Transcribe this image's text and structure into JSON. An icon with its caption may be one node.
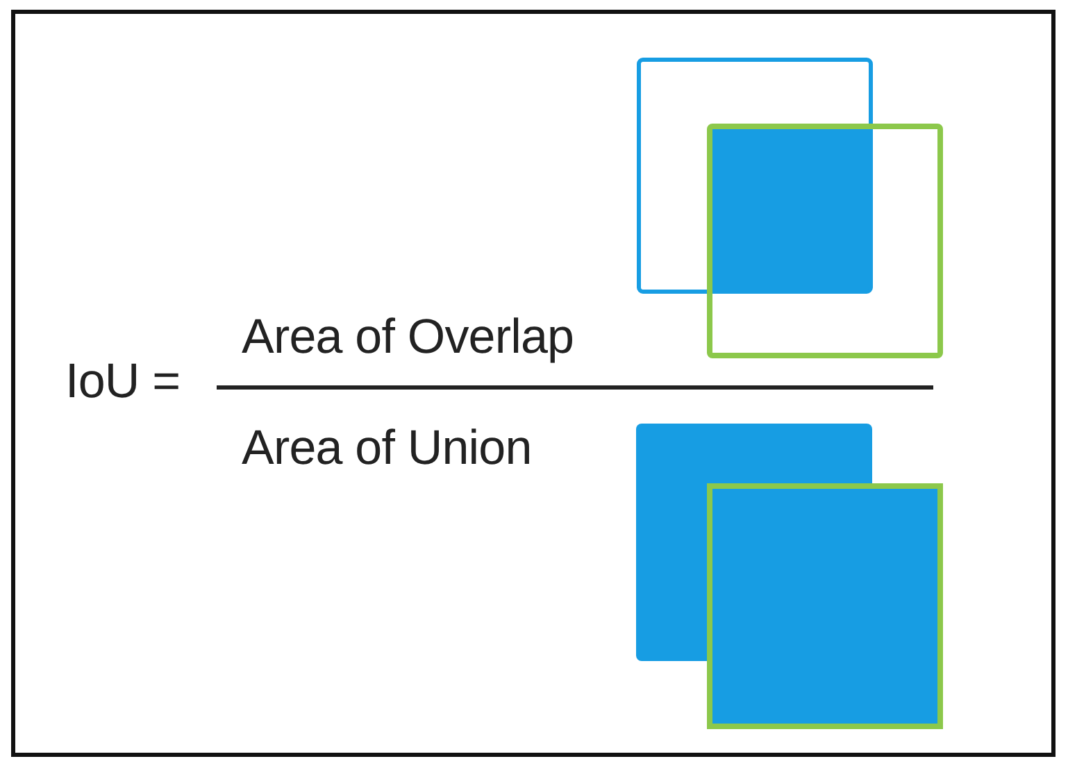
{
  "diagram": {
    "labels": [
      "IoU =",
      "Area of Overlap",
      "Area of Union"
    ]
  }
}
